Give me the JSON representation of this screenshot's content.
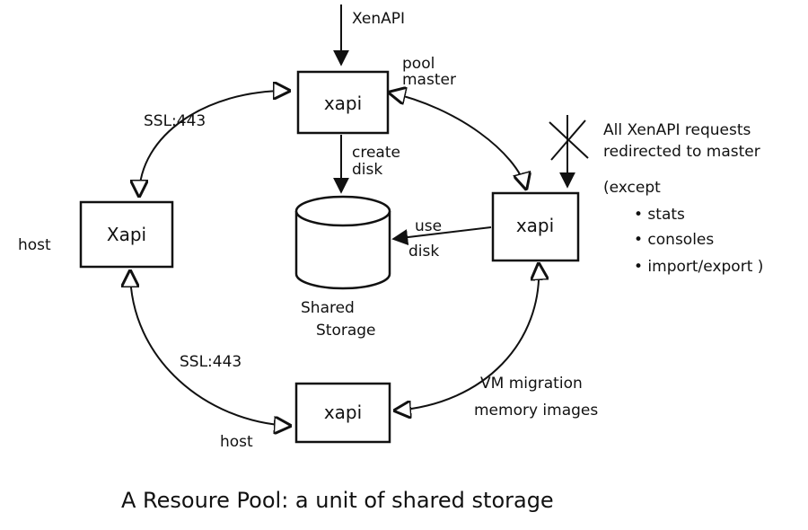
{
  "nodes": {
    "master": {
      "label": "xapi",
      "annotation_line1": "pool",
      "annotation_line2": "master"
    },
    "left": {
      "label": "Xapi",
      "annotation": "host"
    },
    "right": {
      "label": "xapi"
    },
    "bottom": {
      "label": "xapi",
      "annotation": "host"
    },
    "storage": {
      "label_line1": "Shared",
      "label_line2": "Storage"
    }
  },
  "edges": {
    "xenapi_in": "XenAPI",
    "master_left": "SSL:443",
    "left_bottom": "SSL:443",
    "bottom_right_line1": "VM migration",
    "bottom_right_line2": "memory images",
    "master_storage_line1": "create",
    "master_storage_line2": "disk",
    "right_storage_line1": "use",
    "right_storage_line2": "disk"
  },
  "note": {
    "line1": "All XenAPI requests",
    "line2": "redirected to master",
    "line3": "(except",
    "items": [
      "• stats",
      "• consoles",
      "• import/export )"
    ]
  },
  "caption": "A Resoure Pool: a unit of shared storage"
}
